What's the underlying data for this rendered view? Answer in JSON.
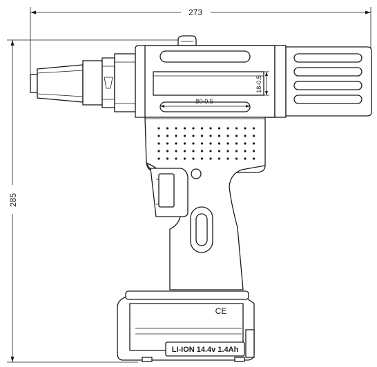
{
  "dimensions": {
    "overall_length": "273",
    "overall_height": "285",
    "stroke_label": "18-0.5",
    "width_label": "80-0.5"
  },
  "markings": {
    "ce_mark": "CE",
    "battery_label": "LI-ION 14.4v 1.4Ah"
  },
  "icons": {
    "ce": "ce-mark-icon"
  }
}
